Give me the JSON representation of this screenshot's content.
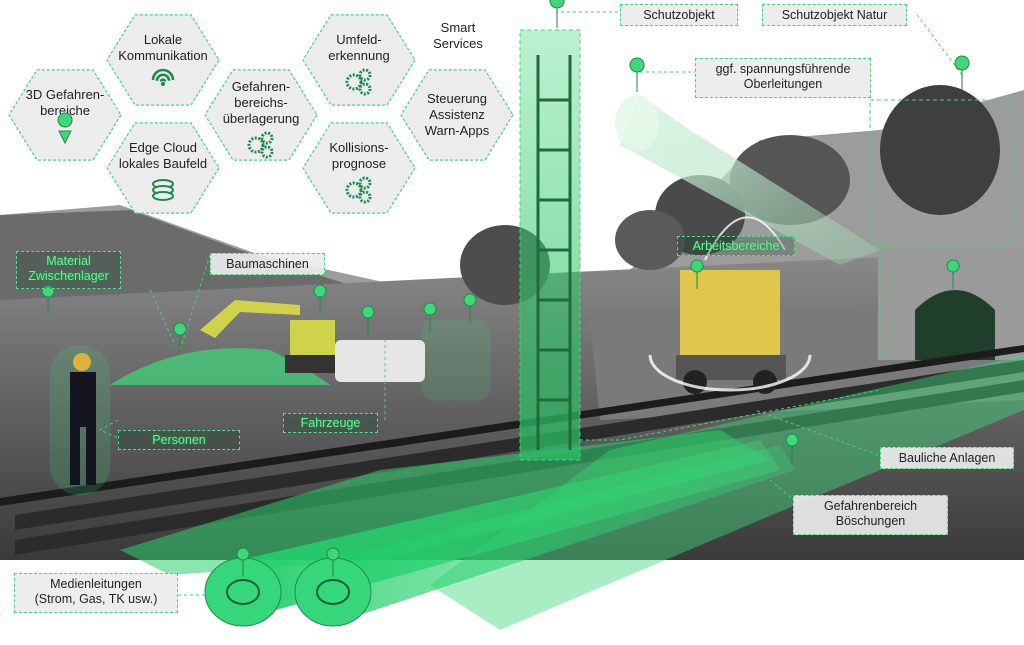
{
  "hexagons": [
    {
      "id": "3d",
      "label": "3D Gefahren-\nbereiche",
      "icon": "map-pin-icon"
    },
    {
      "id": "lokal",
      "label": "Lokale\nKommunikation",
      "icon": "wifi-icon"
    },
    {
      "id": "edge",
      "label": "Edge Cloud\nlokales Baufeld",
      "icon": "database-icon"
    },
    {
      "id": "gefahr",
      "label": "Gefahren-\nbereichs-\nüberlagerung",
      "icon": "gears-icon"
    },
    {
      "id": "umfeld",
      "label": "Umfeld-\nerkennung",
      "icon": "gears-icon"
    },
    {
      "id": "kollision",
      "label": "Kollisions-\nprognose",
      "icon": "gears-icon"
    },
    {
      "id": "steuerung",
      "label": "Steuerung\nAssistenz\nWarn-Apps",
      "icon": "none"
    }
  ],
  "smart_services": "Smart\nServices",
  "callouts": {
    "schutzobjekt": "Schutzobjekt",
    "schutzobjekt_natur": "Schutzobjekt Natur",
    "oberleitungen": "ggf. spannungsführende\nOberleitungen",
    "baumaschinen": "Baumaschinen",
    "bauliche": "Bauliche Anlagen",
    "boeschungen": "Gefahrenbereich\nBöschungen",
    "medien": "Medienleitungen\n(Strom, Gas, TK usw.)"
  },
  "glow_labels": {
    "material": "Material\nZwischenlager",
    "personen": "Personen",
    "fahrzeuge": "Fahrzeuge",
    "arbeitsbereiche": "Arbeitsbereiche"
  },
  "colors": {
    "accent": "#3fd77a",
    "dark_green": "#1f8a4c",
    "hex_fill": "#ececec"
  }
}
